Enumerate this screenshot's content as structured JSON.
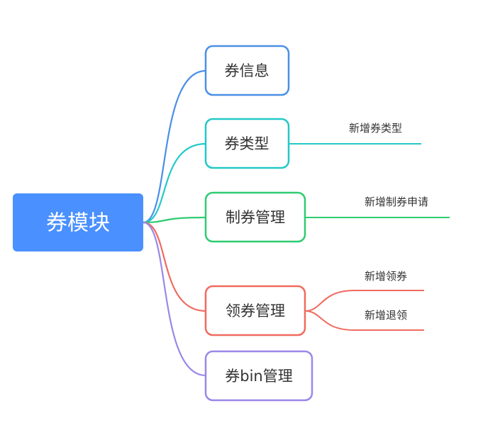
{
  "root": {
    "label": "券模块",
    "color": "#4a90ff"
  },
  "branches": [
    {
      "label": "券信息",
      "color": "#4a8fe7",
      "children": []
    },
    {
      "label": "券类型",
      "color": "#24c8c8",
      "children": [
        "新增券类型"
      ]
    },
    {
      "label": "制券管理",
      "color": "#2ecc71",
      "children": [
        "新增制券申请"
      ]
    },
    {
      "label": "领券管理",
      "color": "#f06b5f",
      "children": [
        "新增领券",
        "新增退领"
      ]
    },
    {
      "label": "券bin管理",
      "color": "#9b87e8",
      "children": []
    }
  ]
}
